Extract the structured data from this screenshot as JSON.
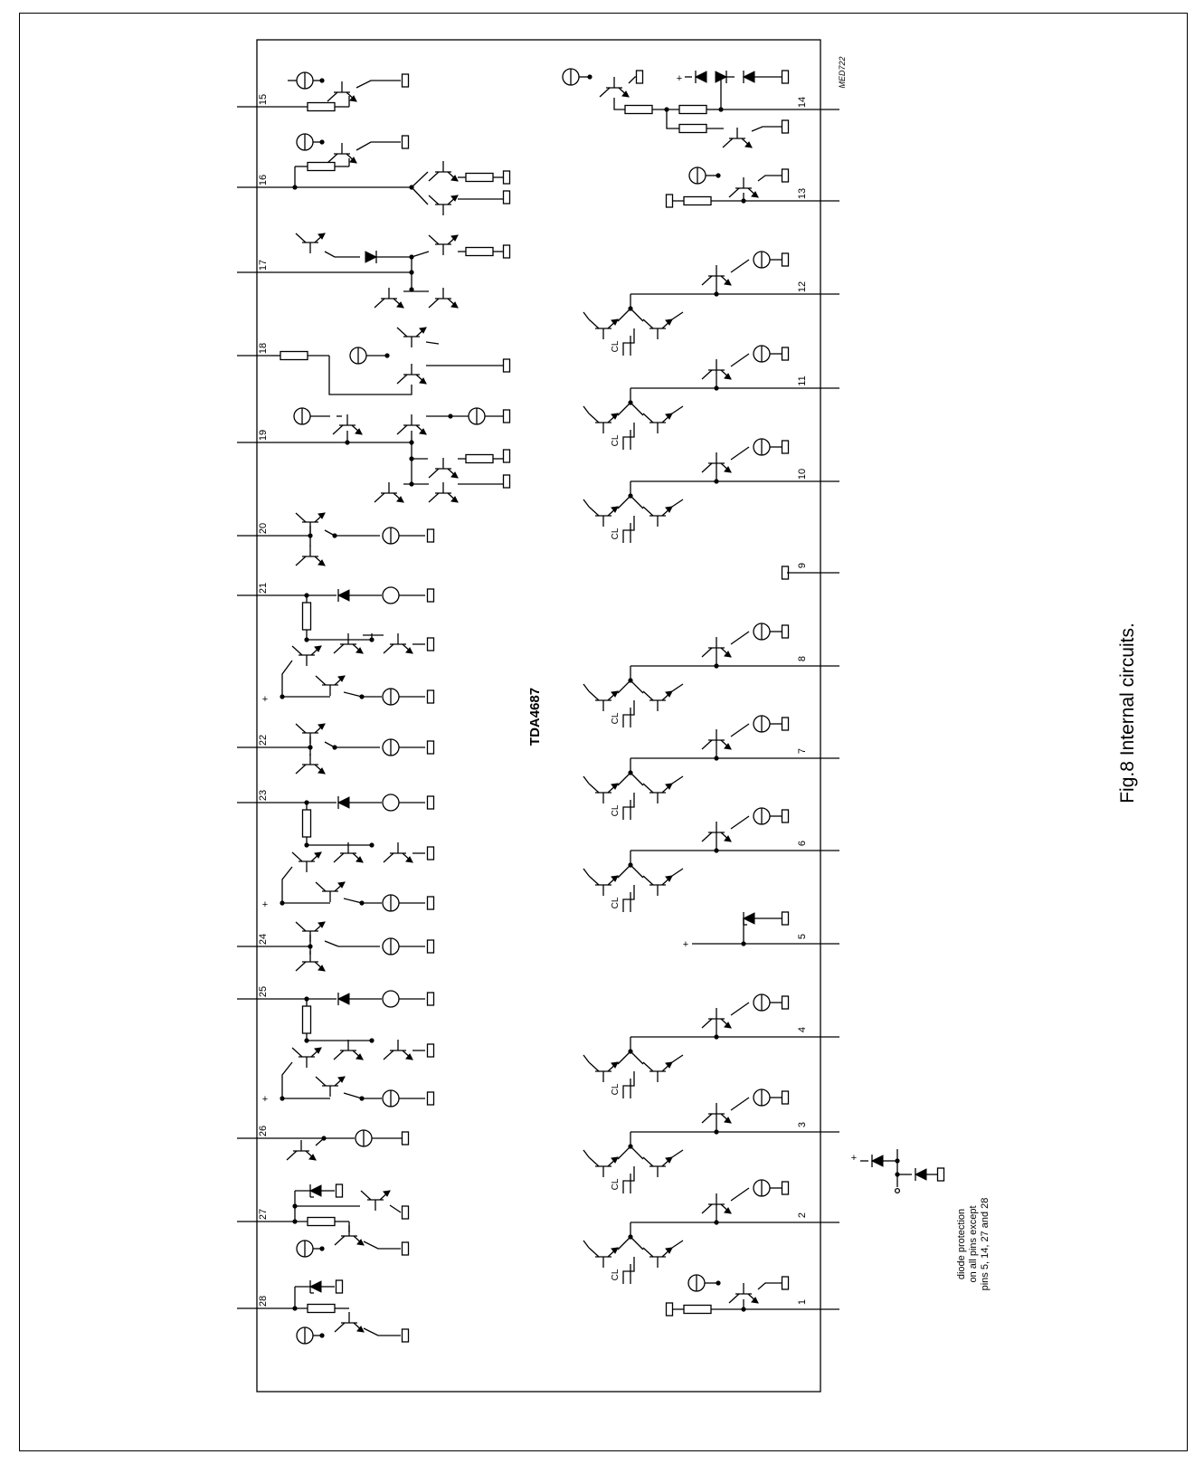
{
  "figure": {
    "caption": "Fig.8  Internal circuits.",
    "chip_name": "TDA4687",
    "drawing_code": "MED722",
    "note_lines": [
      "diode protection",
      "on all pins except",
      "pins 5, 14, 27 and 28"
    ],
    "clamp_label": "CL",
    "plus_sign": "+",
    "left_pins": [
      "15",
      "16",
      "17",
      "18",
      "19",
      "20",
      "21",
      "22",
      "23",
      "24",
      "25",
      "26",
      "27",
      "28"
    ],
    "right_pins": [
      "14",
      "13",
      "12",
      "11",
      "10",
      "9",
      "8",
      "7",
      "6",
      "5",
      "4",
      "3",
      "2",
      "1"
    ]
  }
}
